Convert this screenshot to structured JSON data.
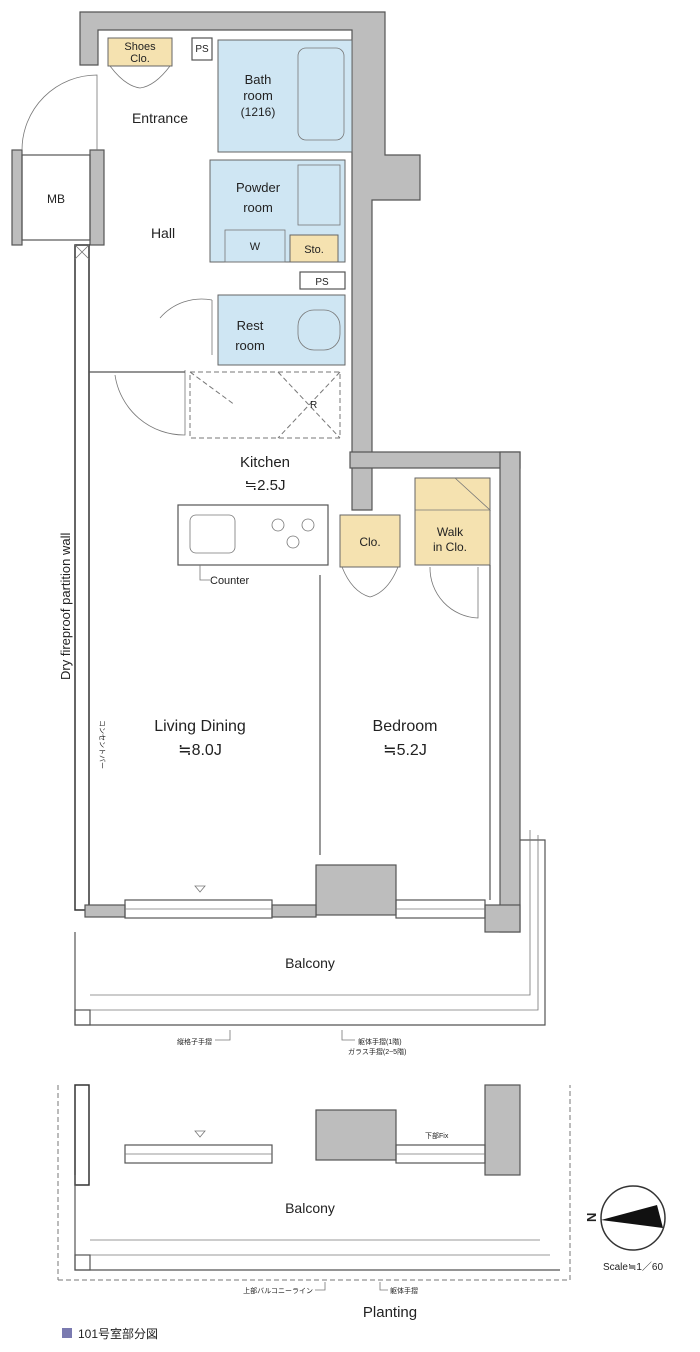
{
  "rooms": {
    "shoes_clo": [
      "Shoes",
      "Clo."
    ],
    "ps_top": "PS",
    "bathroom": [
      "Bath",
      "room",
      "(1216)"
    ],
    "entrance": "Entrance",
    "mb": "MB",
    "hall": "Hall",
    "powder_room": [
      "Powder",
      "room"
    ],
    "w": "W",
    "sto": "Sto.",
    "ps_mid": "PS",
    "rest_room": [
      "Rest",
      "room"
    ],
    "r": "R",
    "kitchen": {
      "name": "Kitchen",
      "size": "≒2.5J"
    },
    "counter": "Counter",
    "clo": "Clo.",
    "walk_in_clo": [
      "Walk",
      "in Clo."
    ],
    "living_dining": {
      "name": "Living Dining",
      "size": "≒8.0J"
    },
    "bedroom": {
      "name": "Bedroom",
      "size": "≒5.2J"
    },
    "balcony_upper": "Balcony",
    "balcony_lower": "Balcony",
    "planting": "Planting"
  },
  "annotations": {
    "partition_wall": "Dry fireproof partition wall",
    "outlet_bar": "コンセントバー",
    "vertical_rail": "縦格子手摺",
    "body_rail": [
      "躯体手摺(1階)",
      "ガラス手摺(2~5階)"
    ],
    "upper_balcony_line": "上部バルコニーライン",
    "body_rail_lower": "躯体手摺",
    "lower_fix": "下部Fix"
  },
  "compass": {
    "north": "N",
    "scale": "Scale≒1／60"
  },
  "legend": {
    "label": "101号室部分図",
    "color": "#7a7ab0"
  },
  "colors": {
    "wet_area": "#cfe6f3",
    "storage": "#f5e2b0",
    "wall": "#bdbdbd"
  }
}
